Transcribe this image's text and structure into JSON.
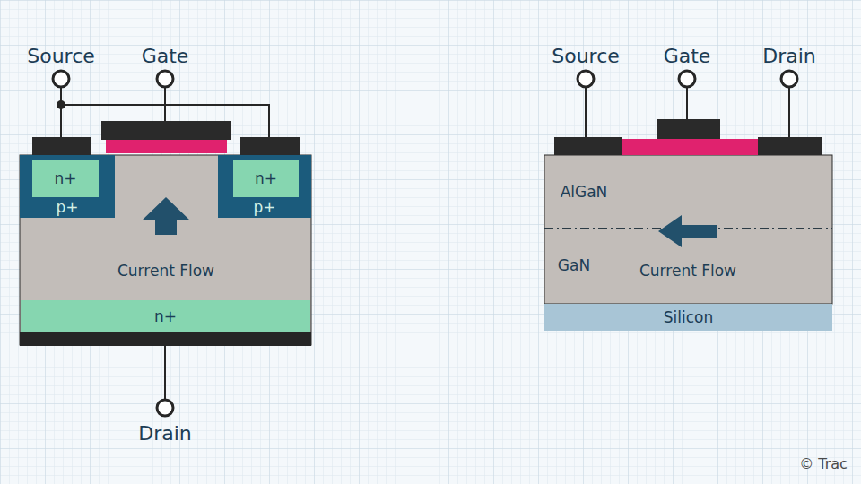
{
  "diagram": {
    "nodes": [
      {
        "text": [
          "p+"
        ]
      },
      {
        "text": [
          "n+"
        ],
        "in": 0
      },
      {
        "text": [
          "p+"
        ]
      },
      {
        "text": [
          "n+"
        ],
        "in": 2
      },
      {
        "text": [
          "n+"
        ]
      },
      {
        "text": [
          "Silicon"
        ]
      }
    ],
    "labels": [
      "Source",
      "Gate",
      "Current Flow",
      "Drain",
      "Source",
      "Gate",
      "Drain",
      "AlGaN",
      "GaN",
      "Current Flow",
      "© Trac"
    ]
  }
}
